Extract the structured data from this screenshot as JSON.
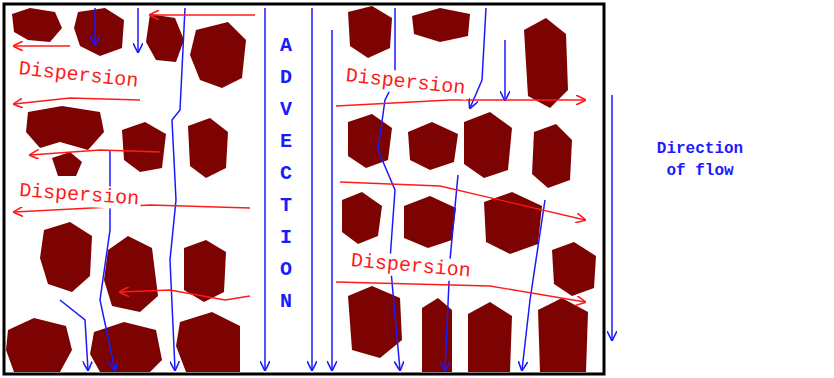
{
  "diagram": {
    "labels": [
      "Dispersion",
      "Dispersion",
      "Dispersion",
      "Dispersion",
      "ADVECTION",
      "Direction of flow"
    ]
  }
}
